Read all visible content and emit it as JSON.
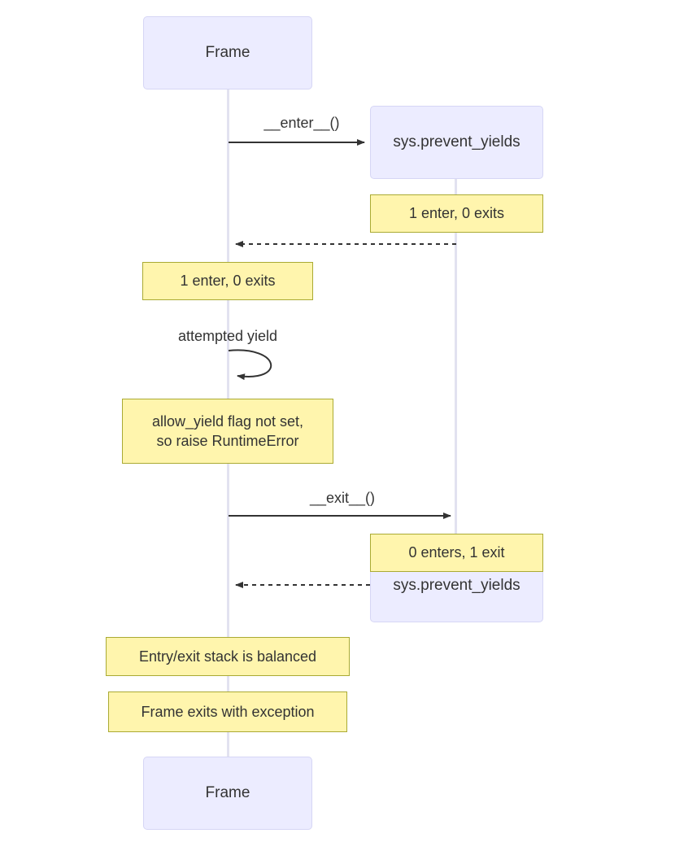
{
  "diagram": {
    "type": "sequence-diagram",
    "title": "",
    "background_color": "#ffffff",
    "actor_fill": "#ececff",
    "actor_border": "#d6d6f5",
    "note_fill": "#fff5ad",
    "note_border": "#aaaa33",
    "lifeline_color": "#e2e2f0",
    "arrow_color": "#333333",
    "text_color": "#333333"
  },
  "participants": [
    {
      "id": "frame",
      "label": "Frame"
    },
    {
      "id": "prevent_yields",
      "label": "sys.prevent_yields"
    }
  ],
  "participants_bottom": [
    {
      "id": "frame",
      "label": "Frame"
    },
    {
      "id": "prevent_yields",
      "label": "sys.prevent_yields"
    }
  ],
  "messages": [
    {
      "id": "m1",
      "label": "__enter__()",
      "from": "frame",
      "to": "prevent_yields",
      "style": "solid"
    },
    {
      "id": "m2",
      "label": "",
      "from": "prevent_yields",
      "to": "frame",
      "style": "dashed"
    },
    {
      "id": "m3",
      "label": "attempted yield",
      "from": "frame",
      "to": "frame",
      "style": "self-loop"
    },
    {
      "id": "m4",
      "label": "__exit__()",
      "from": "frame",
      "to": "prevent_yields",
      "style": "solid"
    },
    {
      "id": "m5",
      "label": "",
      "from": "prevent_yields",
      "to": "frame",
      "style": "dashed"
    }
  ],
  "notes": [
    {
      "id": "n1",
      "text": "1 enter, 0 exits",
      "over": "prevent_yields"
    },
    {
      "id": "n2",
      "text": "1 enter, 0 exits",
      "over": "frame"
    },
    {
      "id": "n3",
      "text": "allow_yield flag not set,\nso raise RuntimeError",
      "over": "frame"
    },
    {
      "id": "n4",
      "text": "0 enters, 1 exit",
      "over": "prevent_yields"
    },
    {
      "id": "n5",
      "text": "Entry/exit stack is balanced",
      "over": "frame"
    },
    {
      "id": "n6",
      "text": "Frame exits with exception",
      "over": "frame"
    }
  ]
}
